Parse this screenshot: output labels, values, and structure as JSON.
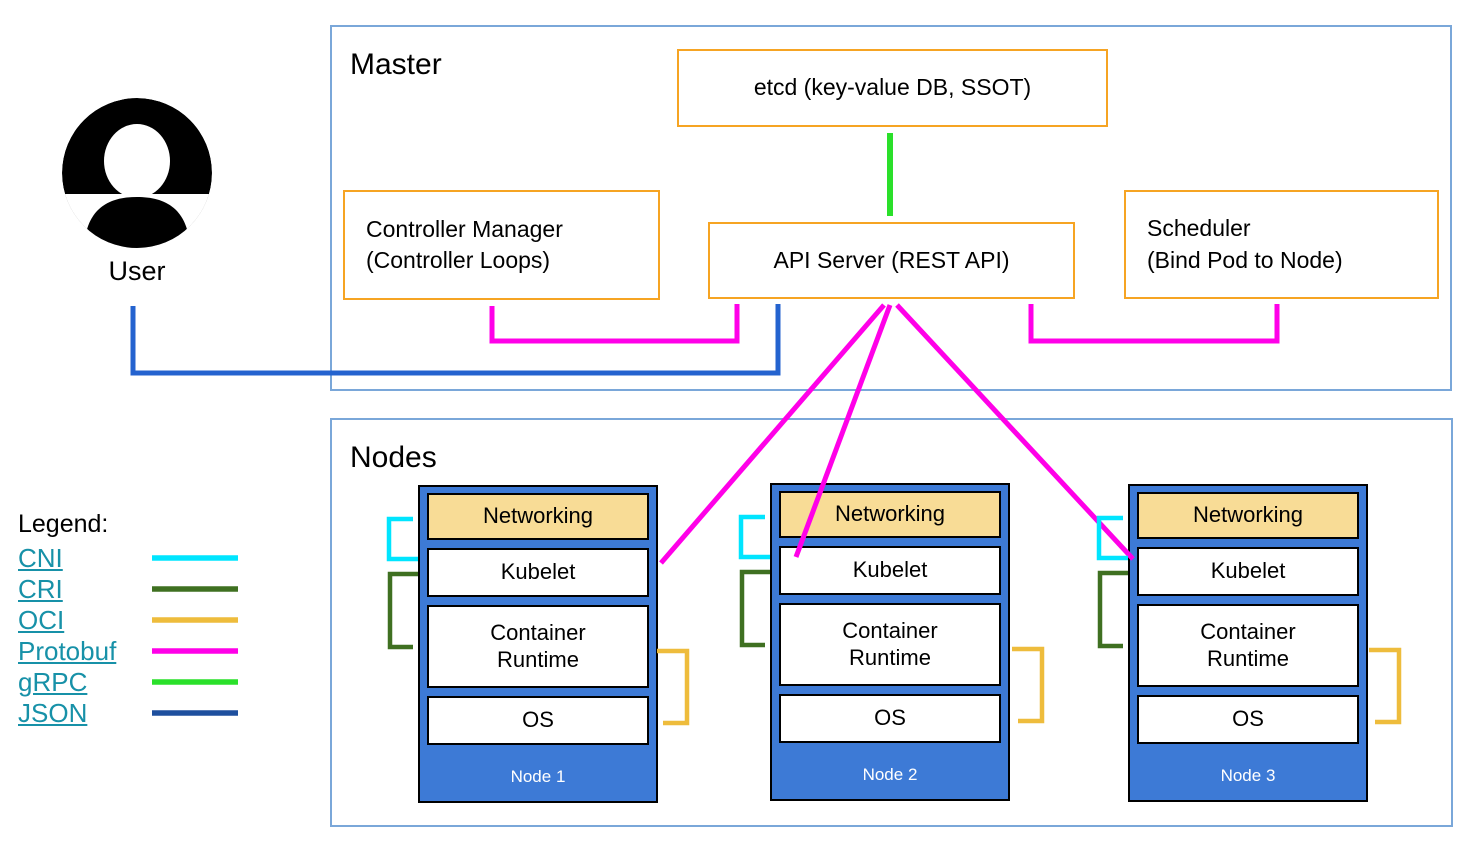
{
  "master": {
    "title": "Master",
    "etcd_label": "etcd (key-value DB, SSOT)",
    "controller_manager_label": "Controller Manager\n(Controller Loops)",
    "api_server_label": "API Server (REST API)",
    "scheduler_label": "Scheduler\n(Bind Pod to Node)"
  },
  "user": {
    "label": "User"
  },
  "nodes_section": {
    "title": "Nodes",
    "layers": {
      "networking": "Networking",
      "kubelet": "Kubelet",
      "container_runtime": "Container\nRuntime",
      "os": "OS"
    },
    "nodes": [
      {
        "name": "Node 1"
      },
      {
        "name": "Node 2"
      },
      {
        "name": "Node 3"
      }
    ]
  },
  "legend": {
    "title": "Legend:",
    "items": [
      {
        "label": "CNI",
        "color": "#00e5ff"
      },
      {
        "label": "CRI",
        "color": "#3f7021"
      },
      {
        "label": "OCI",
        "color": "#eebc3c"
      },
      {
        "label": "Protobuf",
        "color": "#ff00e8"
      },
      {
        "label": "gRPC",
        "color": "#2ae02a"
      },
      {
        "label": "JSON",
        "color": "#1e4f9e"
      }
    ]
  },
  "colors": {
    "orange_border": "#f6a423",
    "container_border": "#7aa7d9",
    "node_blue": "#3d7ad6",
    "networking_yellow": "#f8dc96",
    "cni": "#00e5ff",
    "cri": "#3f7021",
    "oci": "#eebc3c",
    "protobuf": "#ff00e8",
    "grpc": "#2ae02a",
    "json": "#1e4f9e",
    "user_arrow_blue": "#2463cf",
    "legend_link_teal": "#1791a8"
  }
}
